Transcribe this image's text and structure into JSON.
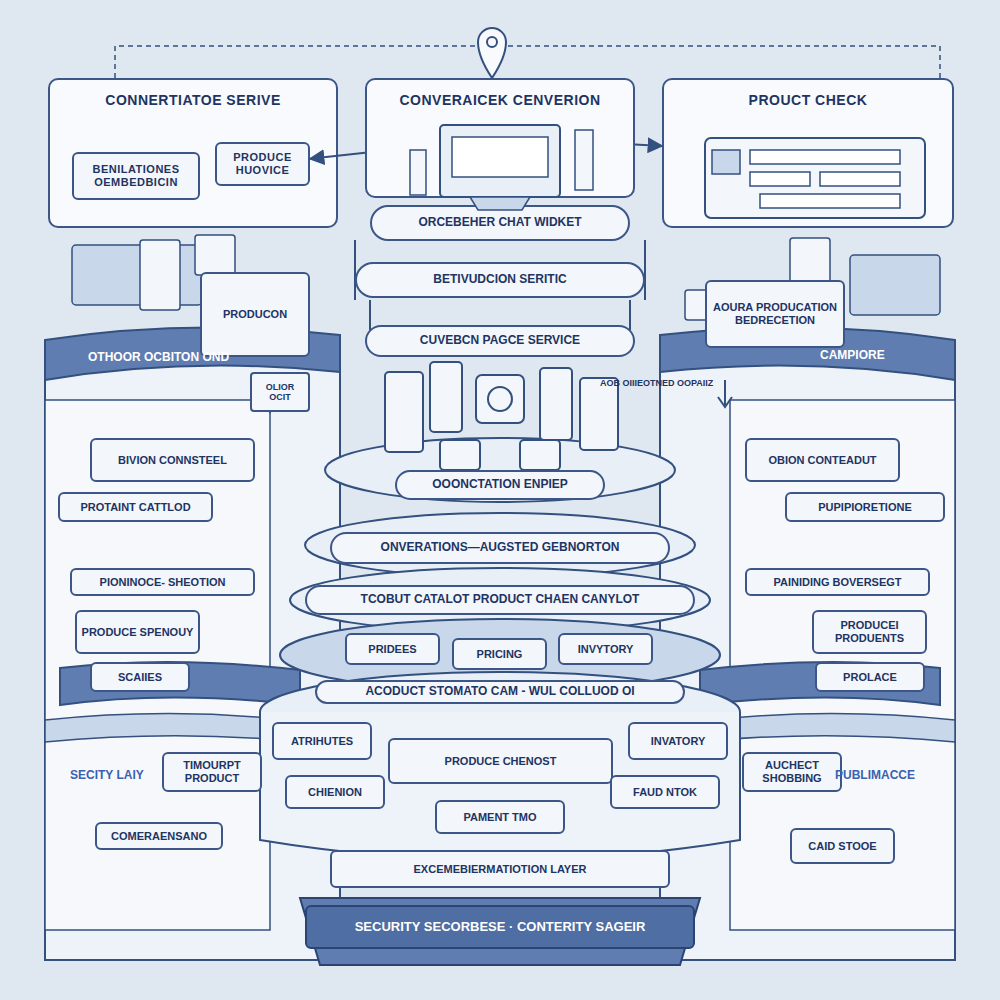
{
  "diagram": {
    "nodes": [
      {
        "text": [
          "CONNERTIATOE SERIVE"
        ]
      },
      {
        "text": [
          "BENILATIONES OEMBEDBICIN"
        ],
        "in": 0
      },
      {
        "text": [
          "PRODUCE HUOVICE"
        ],
        "in": 0
      },
      {
        "text": [
          "CONVERAICEK CENVERION"
        ]
      },
      {
        "text": [
          "PROUCT CHECK"
        ]
      },
      {
        "text": [
          "ORCEBEHER CHAT WIDKET"
        ]
      },
      {
        "text": [
          "BETIVUDCION SERITIC"
        ]
      },
      {
        "text": [
          "CUVEBCN PAGCE SERVICE"
        ]
      },
      {
        "text": [
          "OOONCTATION ENPIEP"
        ]
      },
      {
        "text": [
          "ONVERATIONS—AUGSTED GEBNORTON"
        ]
      },
      {
        "text": [
          "TCOBUT CATALOT PRODUCT CHAEN CANYLOT"
        ]
      },
      {
        "text": [
          "PRIDEES"
        ]
      },
      {
        "text": [
          "PRICING"
        ]
      },
      {
        "text": [
          "INVYTORY"
        ]
      },
      {
        "text": [
          "ACODUCT STOMATO CAM - WUL COLLUOD OI"
        ]
      },
      {
        "text": [
          "ATRIHUTES"
        ]
      },
      {
        "text": [
          "PRODUCE CHENOST"
        ]
      },
      {
        "text": [
          "INVATORY"
        ]
      },
      {
        "text": [
          "CHIENION"
        ]
      },
      {
        "text": [
          "PAMENT TMO"
        ]
      },
      {
        "text": [
          "FAUD NTOK"
        ]
      },
      {
        "text": [
          "EXCEMEBIERMATIOTION LAYER"
        ]
      },
      {
        "text": [
          "SECURITY SECORBESE · CONTERITY SAGEIR"
        ]
      },
      {
        "text": [
          "PRODUCON"
        ]
      },
      {
        "text": [
          "OLIOR OCIT"
        ]
      },
      {
        "text": [
          "BIVION CONNSTEEL"
        ]
      },
      {
        "text": [
          "PROTAINT CATTLOD"
        ]
      },
      {
        "text": [
          "PIONINOCE- SHEOTION"
        ]
      },
      {
        "text": [
          "PRODUCE SPENOUY"
        ]
      },
      {
        "text": [
          "SCAIIES"
        ]
      },
      {
        "text": [
          "TIMOURPT PRODUCT"
        ]
      },
      {
        "text": [
          "COMERAENSANO"
        ]
      },
      {
        "text": [
          "AOURA PRODUCATION BEDRECETION"
        ]
      },
      {
        "text": [
          "OBION CONTEADUT"
        ]
      },
      {
        "text": [
          "PUPIPIORETIONE"
        ]
      },
      {
        "text": [
          "PAINIDING BOVERSEGT"
        ]
      },
      {
        "text": [
          "PRODUCEI PRODUENTS"
        ]
      },
      {
        "text": [
          "PROLACE"
        ]
      },
      {
        "text": [
          "AUCHECT SHOBBING"
        ]
      },
      {
        "text": [
          "CAID STOOE"
        ]
      }
    ],
    "edges": [
      {
        "from": 3,
        "to": 2,
        "arrow": "to"
      },
      {
        "from": 3,
        "to": 4,
        "arrow": "to"
      }
    ],
    "labels": [
      "SECITY LAIY",
      "PUBLIMACCE",
      "OTHOOR OCBITON OND",
      "CAMPIORE",
      "AOB OIIIEOTNED OOPAIIZ"
    ]
  }
}
